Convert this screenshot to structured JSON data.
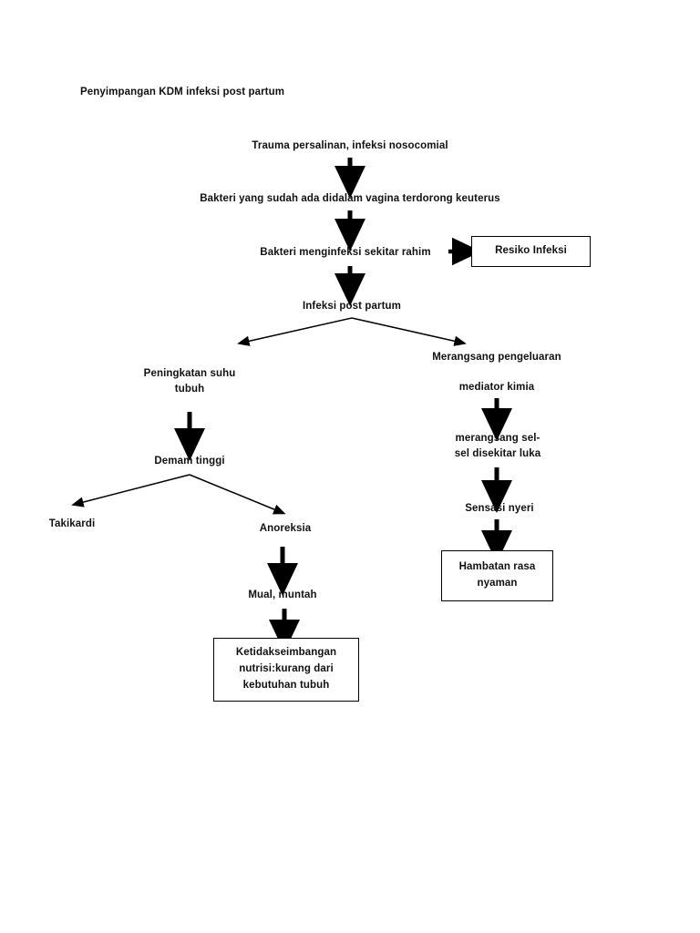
{
  "document": {
    "title": "Penyimpangan KDM infeksi post partum",
    "type": "pathophysiology-flowchart"
  },
  "nodes": {
    "trauma": "Trauma persalinan, infeksi nosocomial",
    "bakteri_vagina": "Bakteri yang sudah ada didalam vagina terdorong keuterus",
    "bakteri_rahim": "Bakteri menginfeksi sekitar rahim",
    "resiko_infeksi": "Resiko Infeksi",
    "infeksi_post_partum": "Infeksi post partum",
    "peningkatan_suhu": "Peningkatan suhu\ntubuh",
    "demam_tinggi": "Demam tinggi",
    "takikardi": "Takikardi",
    "anoreksia": "Anoreksia",
    "mual_muntah": "Mual, muntah",
    "ketidakseimbangan_nutrisi": "Ketidakseimbangan\nnutrisi:kurang dari\nkebutuhan tubuh",
    "merangsang_mediator": "Merangsang pengeluaran\n\nmediator kimia",
    "merangsang_sel": "merangsang sel-\nsel disekitar luka",
    "sensasi_nyeri": "Sensasi nyeri",
    "hambatan_rasa_nyaman": "Hambatan rasa\nnyaman"
  },
  "colors": {
    "text": "#111111",
    "stroke": "#000000",
    "background": "#ffffff"
  }
}
